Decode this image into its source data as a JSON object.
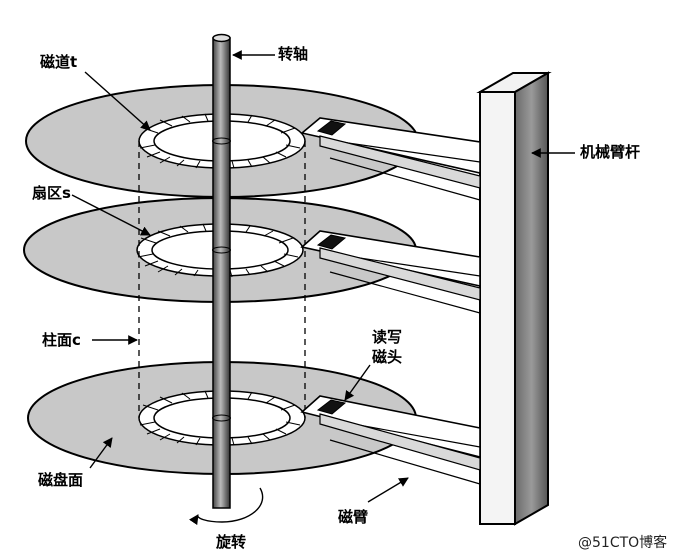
{
  "labels": {
    "spindle": "转轴",
    "track": "磁道t",
    "sector": "扇区s",
    "arm_rod": "机械臂杆",
    "cylinder": "柱面c",
    "head_line1": "读写",
    "head_line2": "磁头",
    "platter_surface": "磁盘面",
    "arm": "磁臂",
    "rotation": "旋转"
  },
  "watermark": "@51CTO博客",
  "colors": {
    "ink": "#000000",
    "platter": "#c8c8c8",
    "rod_front": "#e6e6e6",
    "rod_side": "#8a8a8a"
  }
}
